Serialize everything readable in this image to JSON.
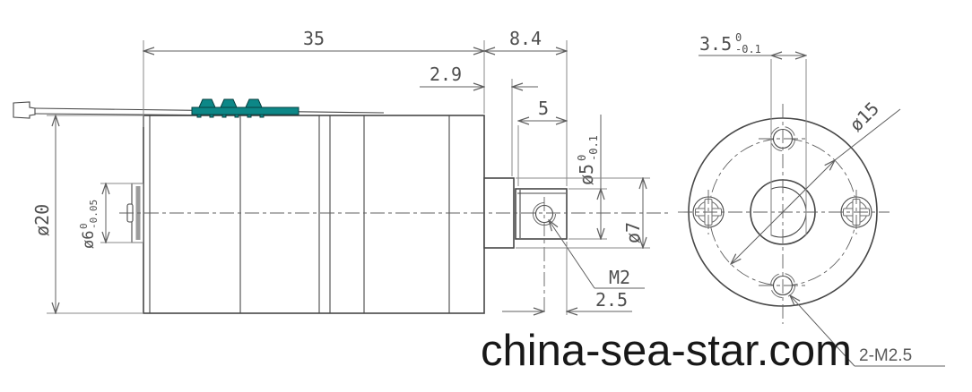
{
  "watermark": "china-sea-star.com",
  "side_view": {
    "dims": {
      "body_length": "35",
      "front_length": "8.4",
      "boss_length": "2.9",
      "shaft_length": "5",
      "shaft_dia": {
        "main": "ø5",
        "sup": "0",
        "sub": "-0.1"
      },
      "boss_dia": "ø7",
      "body_dia": "ø20",
      "rear_boss_dia": {
        "main": "ø6",
        "sup": "0",
        "sub": "-0.05"
      },
      "tap_label": "M2",
      "hole_offset": "2.5"
    }
  },
  "front_view": {
    "dims": {
      "d_cut": {
        "main": "3.5",
        "sup": "0",
        "sub": "-0.1"
      },
      "bolt_circle_dia": "ø15",
      "tap_label": "2-M2.5"
    }
  }
}
